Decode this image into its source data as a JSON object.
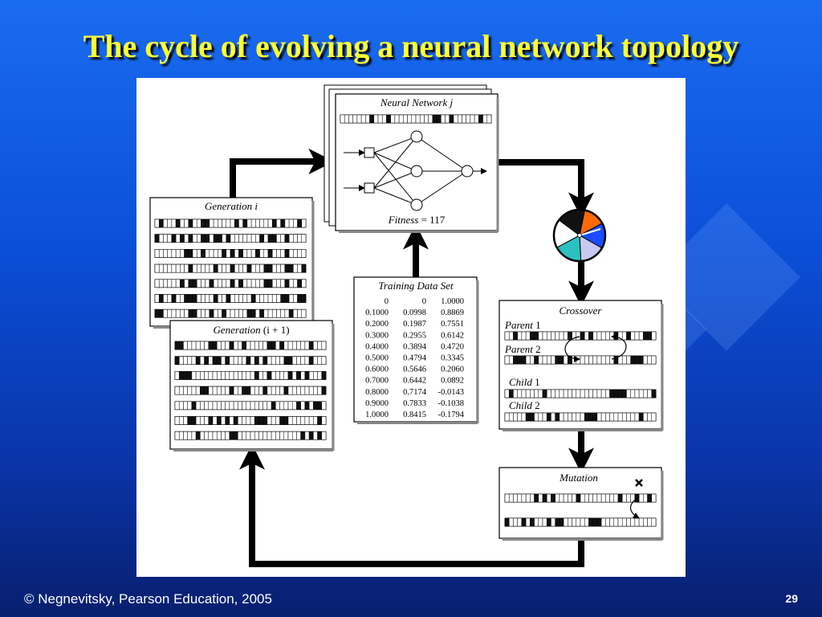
{
  "slide": {
    "title": "The cycle of evolving a neural network topology",
    "footer": "© Negnevitsky, Pearson Education, 2005",
    "page_number": "29"
  },
  "diagram": {
    "neural_network": {
      "title_word": "Neural Network",
      "title_var": "j",
      "fitness_word": "Fitness",
      "fitness_value": "= 117"
    },
    "generation_i": {
      "word": "Generation",
      "var": "i"
    },
    "generation_next": {
      "word": "Generation",
      "var": "(i + 1)"
    },
    "training": {
      "title": "Training Data Set",
      "rows": [
        [
          "0",
          "0",
          "1.0000"
        ],
        [
          "0.1000",
          "0.0998",
          "0.8869"
        ],
        [
          "0.2000",
          "0.1987",
          "0.7551"
        ],
        [
          "0.3000",
          "0.2955",
          "0.6142"
        ],
        [
          "0.4000",
          "0.3894",
          "0.4720"
        ],
        [
          "0.5000",
          "0.4794",
          "0.3345"
        ],
        [
          "0.6000",
          "0.5646",
          "0.2060"
        ],
        [
          "0.7000",
          "0.6442",
          "0.0892"
        ],
        [
          "0.8000",
          "0.7174",
          "-0.0143"
        ],
        [
          "0.9000",
          "0.7833",
          "-0.1038"
        ],
        [
          "1.0000",
          "0.8415",
          "-0.1794"
        ]
      ]
    },
    "crossover": {
      "title": "Crossover",
      "parent1_word": "Parent",
      "parent1_num": "1",
      "parent2_word": "Parent",
      "parent2_num": "2",
      "child1_word": "Child",
      "child1_num": "1",
      "child2_word": "Child",
      "child2_num": "2"
    },
    "mutation": {
      "title": "Mutation"
    },
    "roulette_colors": [
      "#ff6a00",
      "#1a4dff",
      "#c8c8f0",
      "#2cc0c0",
      "#ffffff",
      "#111111"
    ]
  }
}
